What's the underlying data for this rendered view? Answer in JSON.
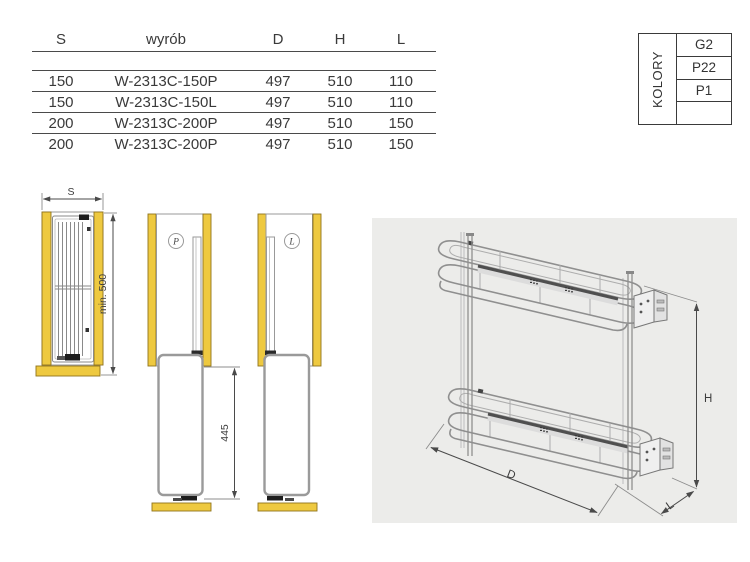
{
  "table": {
    "headers": [
      "S",
      "wyrób",
      "D",
      "H",
      "L"
    ],
    "rows": [
      [
        "150",
        "W-2313C-150P",
        "497",
        "510",
        "110"
      ],
      [
        "150",
        "W-2313C-150L",
        "497",
        "510",
        "110"
      ],
      [
        "200",
        "W-2313C-200P",
        "497",
        "510",
        "150"
      ],
      [
        "200",
        "W-2313C-200P",
        "497",
        "510",
        "150"
      ]
    ]
  },
  "colors_box": {
    "title": "KOLORY",
    "options": [
      "G2",
      "P22",
      "P1",
      ""
    ]
  },
  "drawings": {
    "top_view": {
      "width_label": "S",
      "min_depth_label": "min. 500"
    },
    "front_views": {
      "right_marker": "P",
      "left_marker": "L",
      "front_height_label": "445"
    },
    "iso_view": {
      "depth_label": "D",
      "height_label": "H",
      "width_label": "L",
      "panel_bg": "#ECECEA"
    }
  },
  "palette": {
    "accent_yellow": "#EEC940",
    "drawing_gray": "#8F8F8F",
    "line_dark": "#4A4A4A",
    "text_color": "#3C3C3C"
  }
}
